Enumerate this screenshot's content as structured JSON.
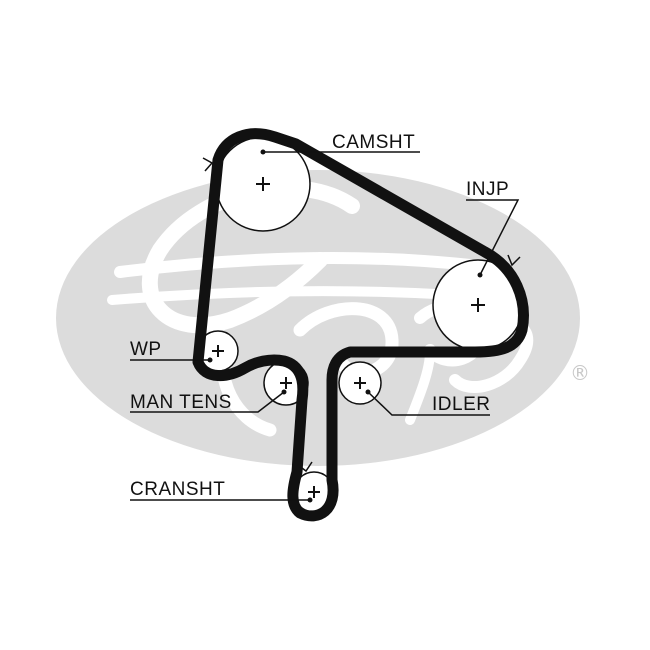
{
  "brand": {
    "watermark_text": "Gates",
    "registered_mark": "®",
    "watermark_color": "#dcdcdc"
  },
  "belt_color": "#111111",
  "labels": {
    "camshaft": "CAMSHT",
    "injection_pump": "INJP",
    "water_pump": "WP",
    "manual_tensioner": "MAN TENS",
    "idler": "IDLER",
    "crankshaft": "CRANSHT"
  }
}
